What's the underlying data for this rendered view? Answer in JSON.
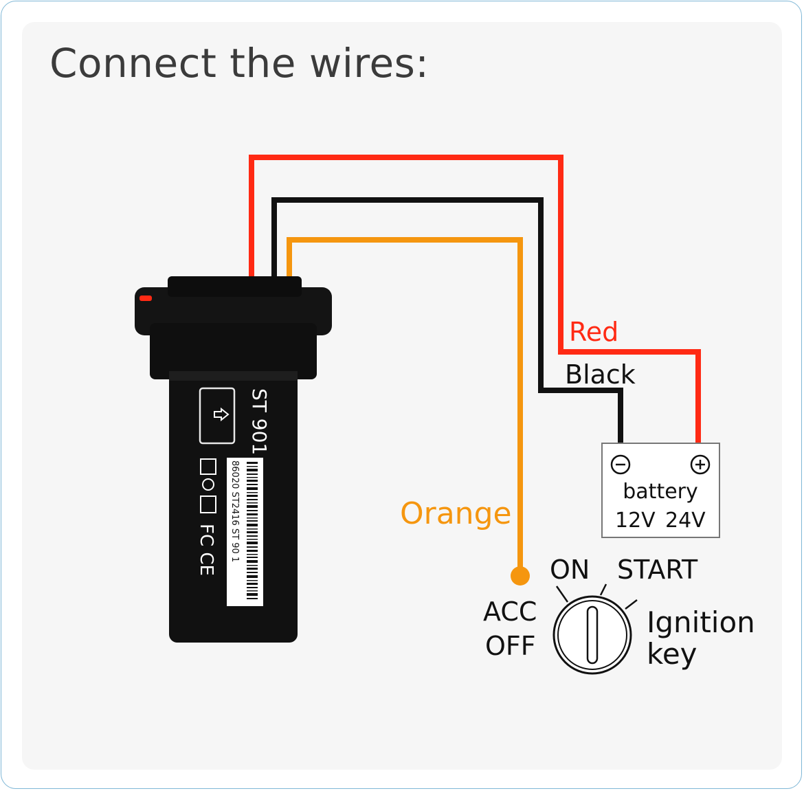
{
  "title": "Connect the wires:",
  "device": {
    "model": "ST 901",
    "marks": "FC CE",
    "barcode_text": "86020 ST2416 ST 90 1"
  },
  "wires": {
    "red_label": "Red",
    "black_label": "Black",
    "orange_label": "Orange"
  },
  "battery": {
    "minus_symbol": "⊖",
    "plus_symbol": "⊕",
    "label": "battery",
    "volt_12": "12V",
    "volt_24": "24V"
  },
  "ignition": {
    "acc": "ACC",
    "off": "OFF",
    "on": "ON",
    "start": "START",
    "key_line1": "Ignition",
    "key_line2": "key"
  },
  "colors": {
    "red_wire": "#ff2a14",
    "black_wire": "#111111",
    "orange_wire": "#f5960f",
    "red_text": "#ff2a14",
    "orange_text": "#f5960f"
  }
}
